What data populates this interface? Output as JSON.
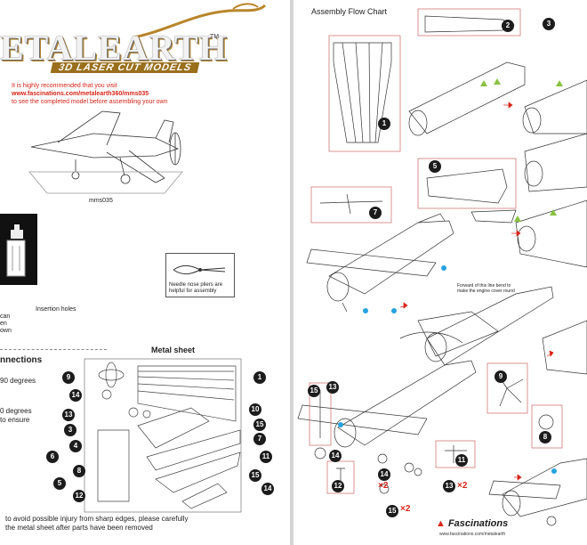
{
  "left_page": {
    "brand": "ETALEARTH",
    "brand_tm": "TM",
    "tagline": "3D LASER CUT MODELS",
    "recommend": {
      "line1": "It is highly recommended that you visit",
      "url": "www.fascinations.com/metalearth360/mms035",
      "line3": "to see the completed model before assembling your own"
    },
    "model_code": "mms035",
    "insertion_holes_label": "Insertion holes",
    "insertion_fragments": [
      "can",
      "en",
      "own"
    ],
    "tip": "Needle nose pliers are helpful for assembly",
    "connections_heading": "nnections",
    "connection_lines": [
      "90 degrees",
      "0 degrees",
      "to ensure"
    ],
    "metal_sheet_title": "Metal sheet",
    "metal_sheet_parts": [
      "1",
      "10",
      "15",
      "7",
      "11",
      "15",
      "14",
      "9",
      "14",
      "13",
      "3",
      "4",
      "6",
      "8",
      "5",
      "12"
    ],
    "bottom_note": [
      "to avoid possible injury from sharp edges, please carefully",
      "the metal sheet after parts have been removed"
    ]
  },
  "right_page": {
    "title": "Assembly Flow Chart",
    "steps": [
      "1",
      "2",
      "3",
      "5",
      "7",
      "9",
      "8",
      "11",
      "12",
      "13",
      "13",
      "14",
      "14",
      "15",
      "15"
    ],
    "callout": "Forward of this line bend to make the engine cover round",
    "multipliers": [
      "×2",
      "×2",
      "×2"
    ],
    "brand": "Fascinations",
    "brand_url": "www.fascinations.com/metalearth"
  },
  "colors": {
    "accent_red": "#d92518",
    "dot_blue": "#27a3e0",
    "tri_green": "#88c140",
    "gold": "#9a6f1c"
  }
}
